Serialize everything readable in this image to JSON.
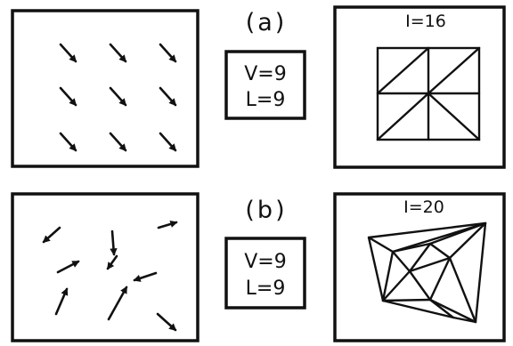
{
  "rows": [
    {
      "label": "(a)",
      "stats": {
        "v": "V=9",
        "l": "L=9"
      },
      "mesh_label": "I=16"
    },
    {
      "label": "(b)",
      "stats": {
        "v": "V=9",
        "l": "L=9"
      },
      "mesh_label": "I=20"
    }
  ]
}
